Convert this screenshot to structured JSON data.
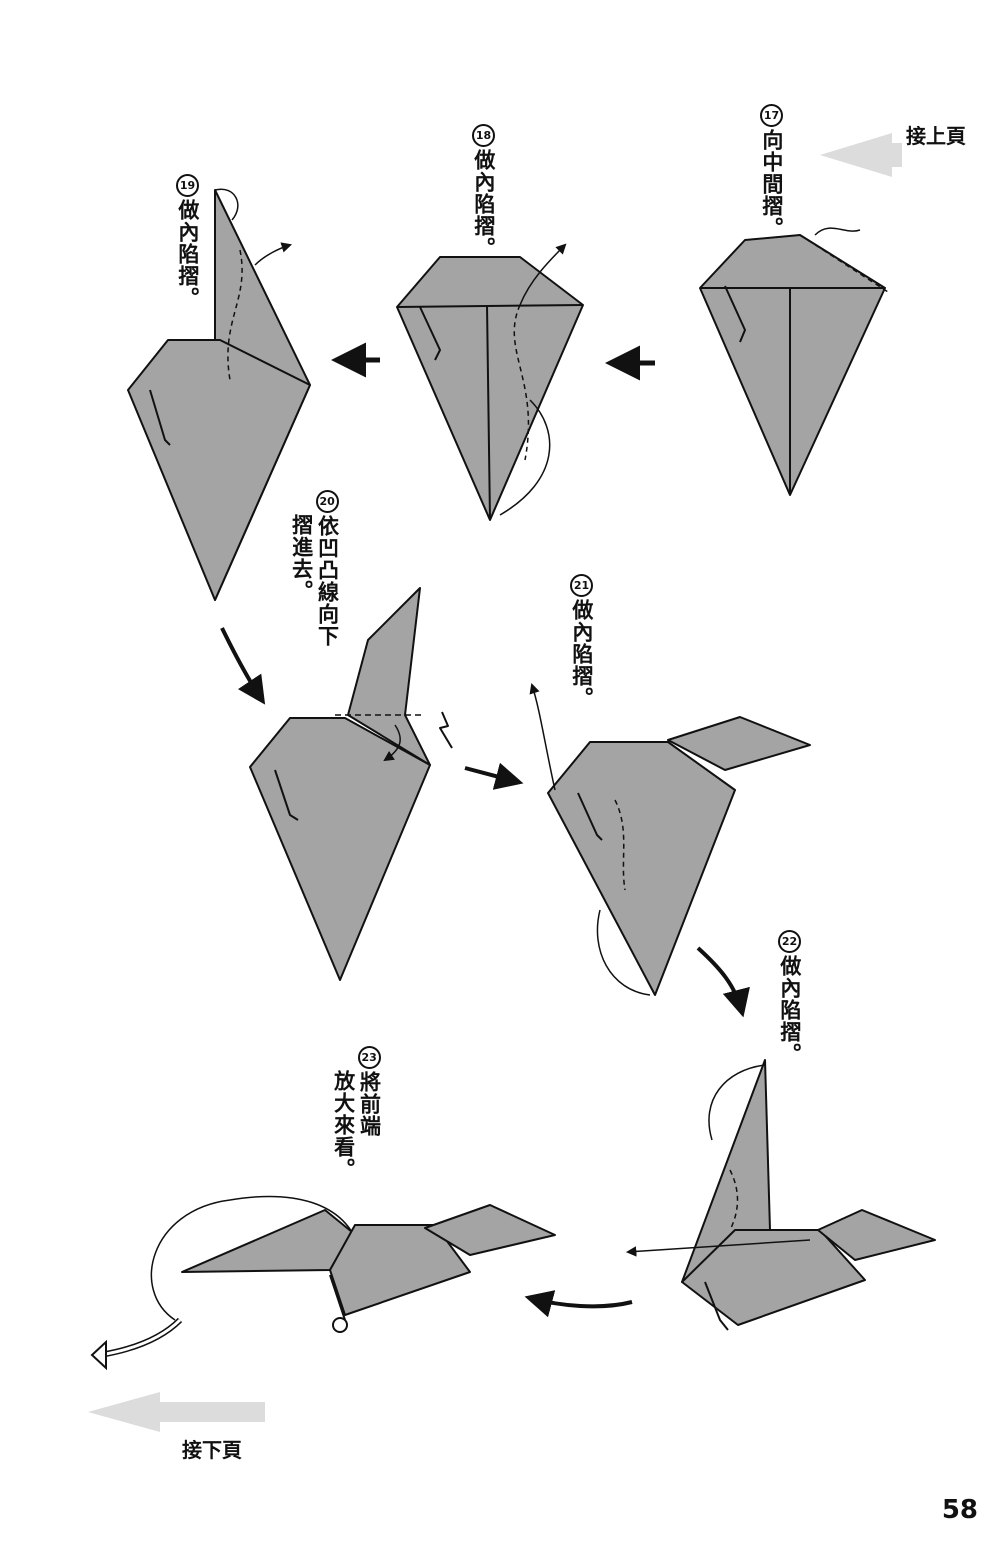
{
  "nav": {
    "prev_label": "接上頁",
    "next_label": "接下頁"
  },
  "steps": [
    {
      "num": "17",
      "text": "向中間摺。"
    },
    {
      "num": "18",
      "text": "做內陷摺。"
    },
    {
      "num": "19",
      "text": "做內陷摺。"
    },
    {
      "num": "20",
      "text": "依凹凸線向下",
      "text2": "摺進去。"
    },
    {
      "num": "21",
      "text": "做內陷摺。"
    },
    {
      "num": "22",
      "text": "做內陷摺。"
    },
    {
      "num": "23",
      "text": "將前端",
      "text2": "放大來看。"
    }
  ],
  "page_number": "58",
  "colors": {
    "paper_gray": "#a4a4a4",
    "ink": "#111111",
    "nav_arrow": "#d6d6d6"
  }
}
